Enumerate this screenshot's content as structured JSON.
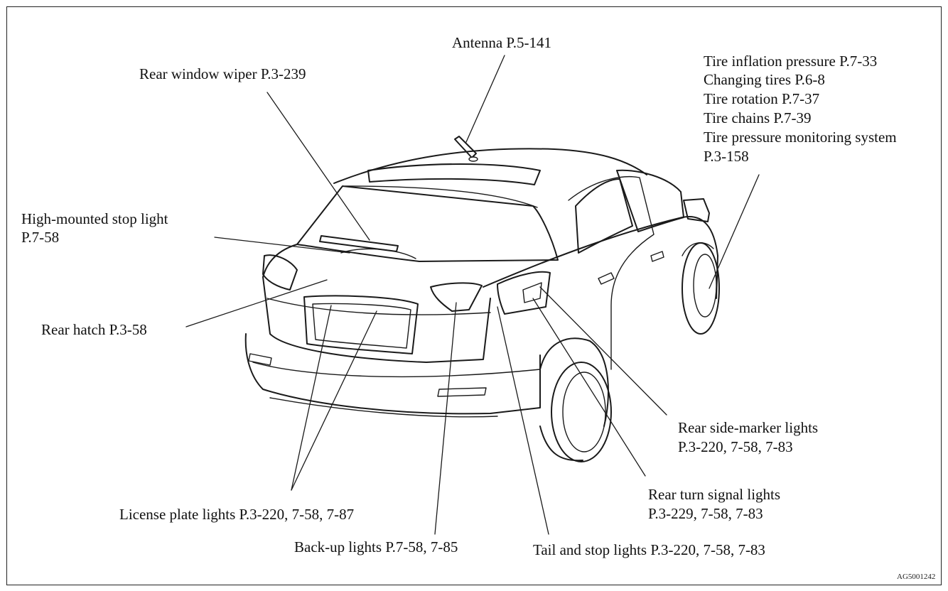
{
  "callouts": {
    "antenna": "Antenna P.5-141",
    "rear_window_wiper": "Rear window wiper P.3-239",
    "tire_info": {
      "line1": "Tire inflation pressure P.7-33",
      "line2": "Changing tires P.6-8",
      "line3": "Tire rotation P.7-37",
      "line4": "Tire chains P.7-39",
      "line5": "Tire pressure monitoring system",
      "line6": "P.3-158"
    },
    "high_mounted_stop_light": {
      "line1": "High-mounted stop light",
      "line2": "P.7-58"
    },
    "rear_hatch": "Rear hatch P.3-58",
    "rear_side_marker_lights": {
      "line1": "Rear side-marker lights",
      "line2": "P.3-220, 7-58, 7-83"
    },
    "rear_turn_signal_lights": {
      "line1": "Rear turn signal lights",
      "line2": "P.3-229, 7-58, 7-83"
    },
    "license_plate_lights": "License plate lights P.3-220, 7-58, 7-87",
    "back_up_lights": "Back-up lights P.7-58, 7-85",
    "tail_and_stop_lights": "Tail and stop lights P.3-220, 7-58, 7-83"
  },
  "figure_code": "AG5001242"
}
